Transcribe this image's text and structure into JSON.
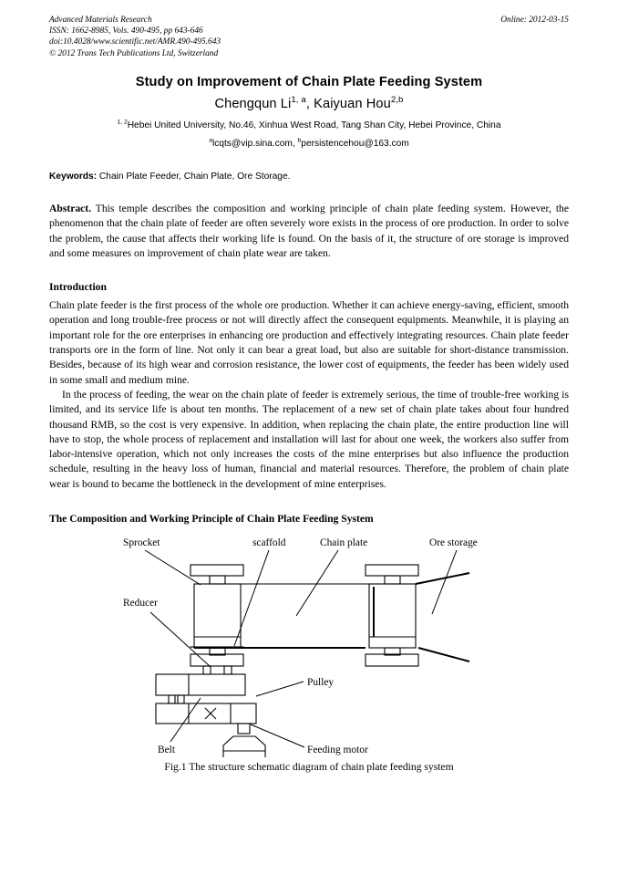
{
  "header": {
    "journal": "Advanced Materials Research",
    "issn": "ISSN: 1662-8985, Vols. 490-495, pp 643-646",
    "doi": "doi:10.4028/www.scientific.net/AMR.490-495.643",
    "copyright": "© 2012 Trans Tech Publications Ltd, Switzerland",
    "online": "Online: 2012-03-15"
  },
  "title": "Study on Improvement of Chain Plate Feeding System",
  "authors": {
    "a1_name": "Chengqun Li",
    "a1_sup": "1, a",
    "separator": ", ",
    "a2_name": "Kaiyuan Hou",
    "a2_sup": "2,b"
  },
  "affiliation": {
    "sup": "1, 2",
    "text": "Hebei United University, No.46, Xinhua West Road, Tang Shan City, Hebei Province, China"
  },
  "emails": {
    "sup_a": "a",
    "email_a": "lcqts@vip.sina.com, ",
    "sup_b": "b",
    "email_b": "persistencehou@163.com"
  },
  "keywords": {
    "label": "Keywords:",
    "value": " Chain Plate Feeder, Chain Plate, Ore Storage."
  },
  "abstract": {
    "label": "Abstract.",
    "text": " This temple describes the composition and working principle of chain plate feeding system. However, the phenomenon that the chain plate of feeder are often severely wore exists in the process of ore production. In order to solve the problem, the cause that affects their working life is found. On the basis of it, the structure of ore storage is improved and some measures on improvement of chain plate wear are taken."
  },
  "sections": [
    {
      "heading": "Introduction",
      "paragraphs": [
        "Chain plate feeder is the first process of the whole ore production. Whether it can achieve energy-saving, efficient, smooth operation and long trouble-free process or not will directly affect the consequent equipments. Meanwhile, it is playing an important role for the ore enterprises in enhancing ore production and effectively integrating resources. Chain plate feeder transports ore in the form of line. Not only it can bear a great load, but also are suitable for short-distance transmission. Besides, because of its high wear and corrosion resistance, the lower cost of equipments, the feeder has been widely used in some small and medium mine.",
        "In the process of feeding, the wear on the chain plate of feeder is extremely serious, the time of trouble-free working is limited, and its service life is about ten months. The replacement of a new set of chain plate takes about four hundred thousand RMB, so the cost is very expensive. In addition, when replacing the chain plate, the entire production line will have to stop, the whole process of replacement and installation will last for about one week, the workers also suffer from labor-intensive operation, which not only increases the costs of the mine enterprises but also influence the production schedule, resulting in the heavy loss of human, financial and material resources. Therefore, the problem of chain plate wear is bound to became the bottleneck in the development of mine enterprises."
      ]
    },
    {
      "heading": "The Composition and Working Principle of Chain Plate Feeding System",
      "paragraphs": []
    }
  ],
  "figure": {
    "caption": "Fig.1 The structure schematic diagram of chain plate feeding system",
    "labels": {
      "sprocket": "Sprocket",
      "scaffold": "scaffold",
      "chain_plate": "Chain plate",
      "ore_storage": "Ore storage",
      "reducer": "Reducer",
      "pulley": "Pulley",
      "belt": "Belt",
      "feeding_motor": "Feeding motor"
    },
    "belt_mark": "X"
  },
  "colors": {
    "ink": "#000000",
    "paper": "#ffffff"
  }
}
